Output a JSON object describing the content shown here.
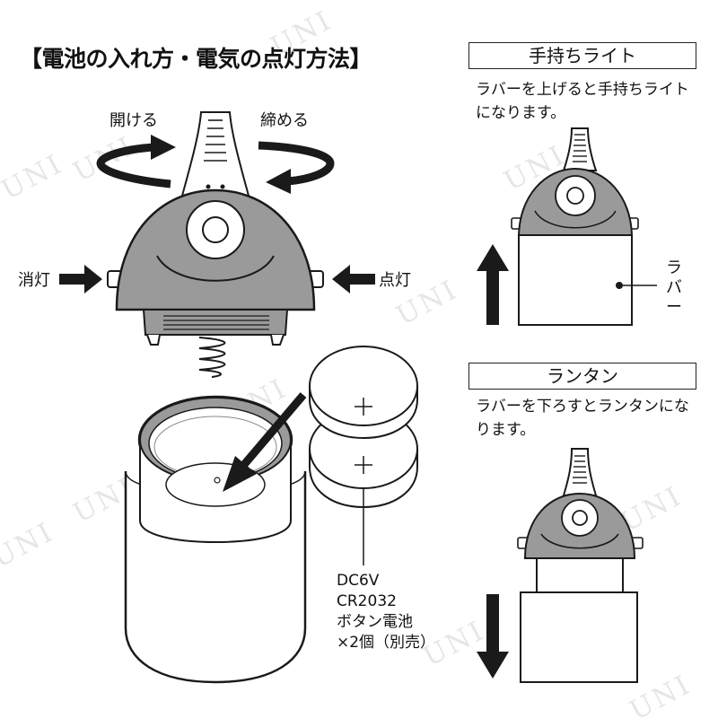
{
  "title": "【電池の入れ方・電気の点灯方法】",
  "left": {
    "open_label": "開ける",
    "close_label": "締める",
    "off_label": "消灯",
    "on_label": "点灯",
    "battery_lines": [
      "DC6V",
      "CR2032",
      "ボタン電池",
      "×2個（別売）"
    ]
  },
  "handheld": {
    "heading": "手持ちライト",
    "description": "ラバーを上げると手持ちライトになります。",
    "rubber_label": "ラバー"
  },
  "lantern": {
    "heading": "ランタン",
    "description": "ラバーを下ろすとランタンになります。"
  },
  "watermark": "UNI",
  "colors": {
    "gray": "#9a9a9a",
    "line": "#1a1a1a",
    "watermark": "#e6e6e6"
  }
}
